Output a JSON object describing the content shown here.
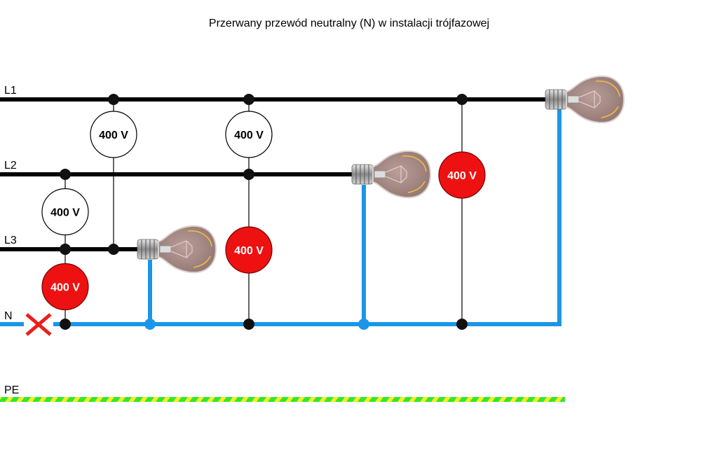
{
  "title": "Przerwany przewód neutralny (N) w instalacji trójfazowej",
  "colors": {
    "phase_wire": "#000000",
    "neutral_wire": "#1a96e8",
    "pe_green": "#33e633",
    "pe_yellow": "#f0f020",
    "meter_alert": "#ee1111",
    "meter_normal": "#ffffff",
    "break_mark": "#e8201c",
    "bulb_glass": "#a88e8a"
  },
  "wires": {
    "L1": {
      "label": "L1"
    },
    "L2": {
      "label": "L2"
    },
    "L3": {
      "label": "L3"
    },
    "N": {
      "label": "N",
      "status": "broken"
    },
    "PE": {
      "label": "PE"
    }
  },
  "meters": [
    {
      "id": "m-l2-l3",
      "from": "L2",
      "to": "L3",
      "value": "400 V",
      "alert": false
    },
    {
      "id": "m-l3-n",
      "from": "L3",
      "to": "N",
      "value": "400 V",
      "alert": true
    },
    {
      "id": "m-l1-l3",
      "from": "L1",
      "to": "L3",
      "value": "400 V",
      "alert": false
    },
    {
      "id": "m-l1-l2",
      "from": "L1",
      "to": "L2",
      "value": "400 V",
      "alert": false
    },
    {
      "id": "m-l2-n",
      "from": "L2",
      "to": "N",
      "value": "400 V",
      "alert": true
    },
    {
      "id": "m-l1-n",
      "from": "L1",
      "to": "N",
      "value": "400 V",
      "alert": true
    }
  ],
  "bulbs": [
    {
      "id": "bulb-l3",
      "phase": "L3"
    },
    {
      "id": "bulb-l2",
      "phase": "L2"
    },
    {
      "id": "bulb-l1",
      "phase": "L1"
    }
  ]
}
